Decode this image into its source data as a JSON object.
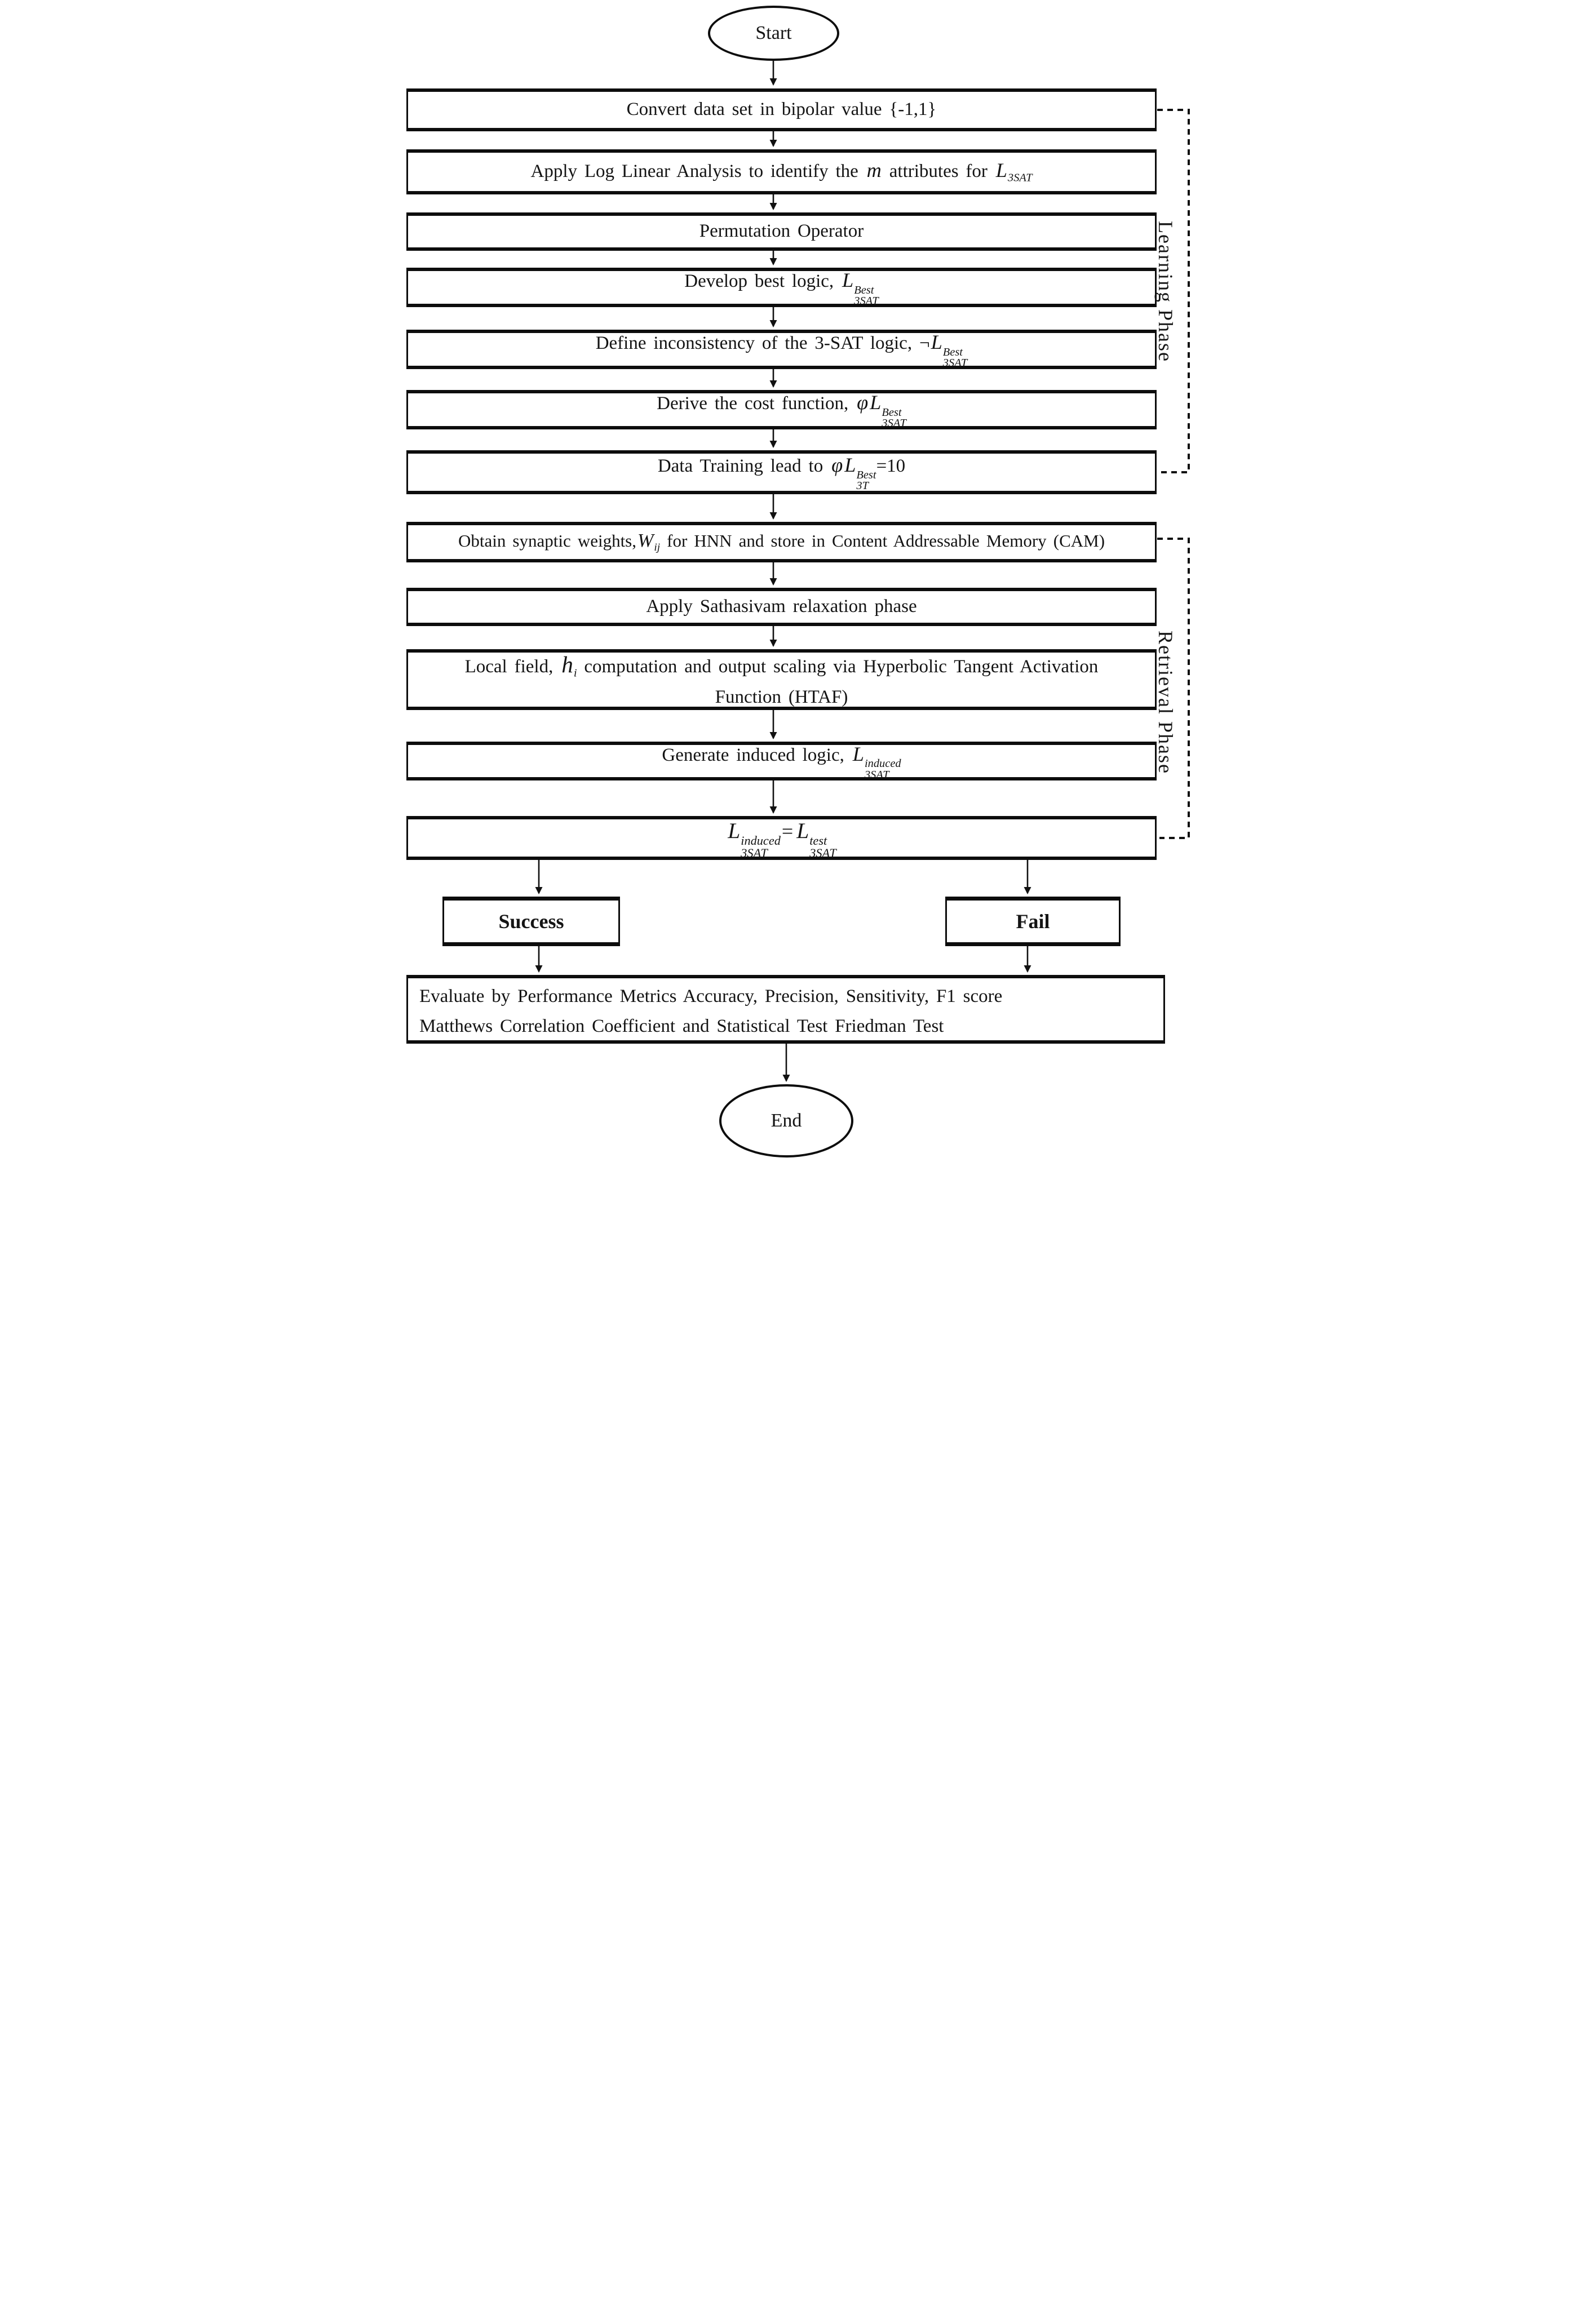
{
  "nodes": {
    "start": {
      "label": "Start"
    },
    "convert": {
      "text": "Convert data set in bipolar value {-1,1}"
    },
    "loglinear": {
      "pre": "Apply Log Linear Analysis to identify the ",
      "m": "m",
      "mid": " attributes for ",
      "base": "L",
      "sub": "3SAT"
    },
    "permutation": {
      "text": "Permutation Operator"
    },
    "develop": {
      "pre": "Develop best logic, ",
      "base": "L",
      "sup": "Best",
      "sub": "3SAT"
    },
    "define": {
      "pre": "Define inconsistency of the 3-SAT logic, ",
      "neg": "¬",
      "base": "L",
      "sup": "Best",
      "sub": "3SAT"
    },
    "derive": {
      "pre": "Derive the cost function, ",
      "phi": "φ",
      "base": "L",
      "sup": "Best",
      "sub": "3SAT"
    },
    "training": {
      "pre": "Data Training lead to ",
      "phi": "φ",
      "base": "L",
      "sup": "Best",
      "sub": "3T",
      "post": "=10"
    },
    "weights": {
      "pre": "Obtain synaptic weights,",
      "base": "W",
      "sub": "ij",
      "post": " for HNN and store in Content Addressable Memory (CAM)"
    },
    "relaxation": {
      "text": "Apply Sathasivam relaxation phase"
    },
    "localfield": {
      "pre": "Local field, ",
      "base": "h",
      "sub": "i",
      "post": " computation and output scaling via Hyperbolic Tangent Activation",
      "line2": "Function (HTAF)"
    },
    "induced": {
      "pre": "Generate induced logic, ",
      "base": "L",
      "sup": "induced",
      "sub": "3SAT"
    },
    "equals": {
      "lbase": "L",
      "lsup": "induced",
      "lsub": "3SAT",
      "eq": "=",
      "rbase": "L",
      "rsup": "test",
      "rsub": "3SAT"
    },
    "success": {
      "label": "Success"
    },
    "fail": {
      "label": "Fail"
    },
    "evaluate": {
      "line1": "Evaluate by Performance Metrics Accuracy, Precision, Sensitivity, F1 score",
      "line2": "Matthews Correlation Coefficient and Statistical Test Friedman Test"
    },
    "end": {
      "label": "End"
    }
  },
  "phases": {
    "learning": "Learning Phase",
    "retrieval": "Retrieval Phase"
  },
  "colors": {
    "line": "#111111",
    "border": "#0d0d0d",
    "background": "#ffffff",
    "text": "#141414"
  }
}
